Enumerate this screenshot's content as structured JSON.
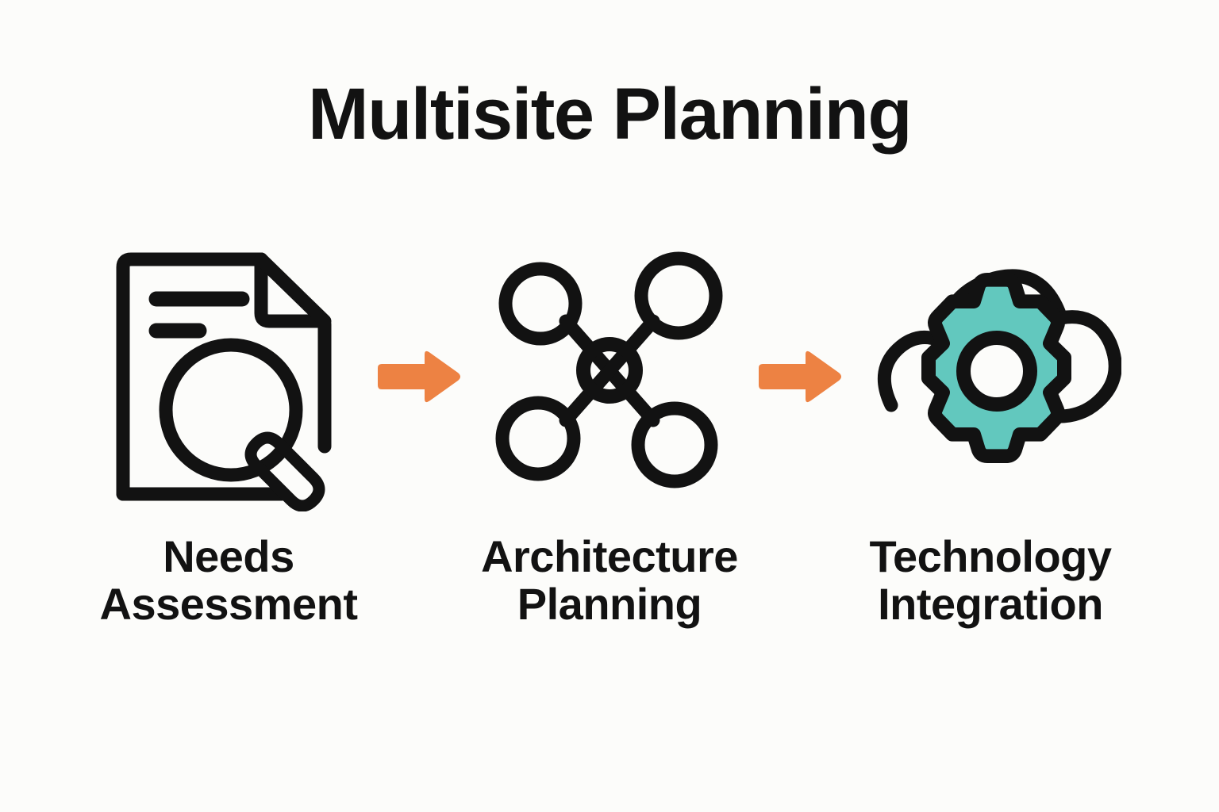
{
  "page": {
    "title": "Multisite Planning",
    "background_color": "#fcfcfa",
    "ink_color": "#121212",
    "accent_orange": "#ed8243",
    "accent_teal": "#62c8be"
  },
  "steps": [
    {
      "icon": "document-search-icon",
      "label_line1": "Needs",
      "label_line2": "Assessment"
    },
    {
      "icon": "network-hub-icon",
      "label_line1": "Architecture",
      "label_line2": "Planning"
    },
    {
      "icon": "cloud-gear-icon",
      "label_line1": "Technology",
      "label_line2": "Integration"
    }
  ],
  "connectors": [
    {
      "icon": "arrow-right-icon",
      "color": "#ed8243"
    },
    {
      "icon": "arrow-right-icon",
      "color": "#ed8243"
    }
  ]
}
